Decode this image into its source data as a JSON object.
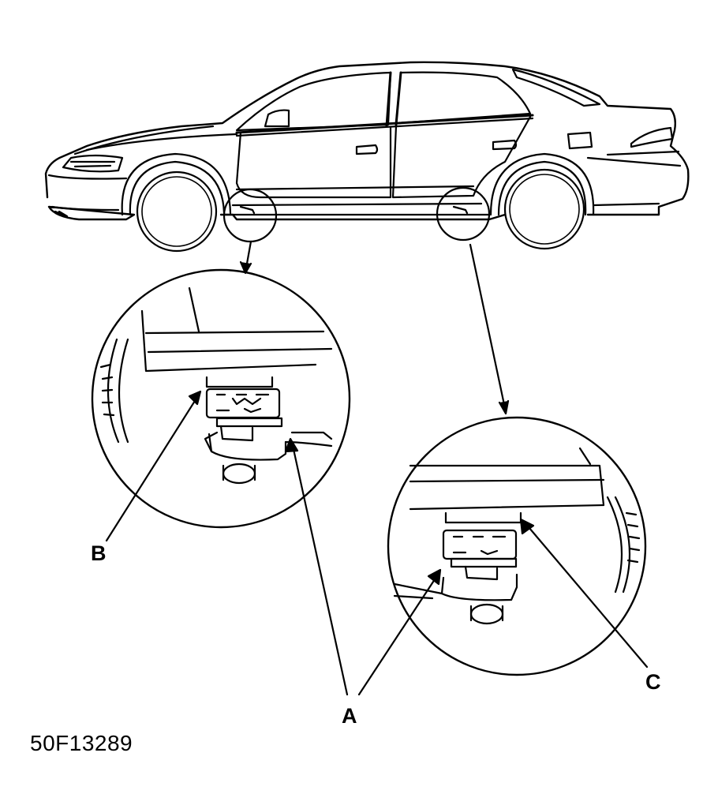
{
  "labels": {
    "a": "A",
    "b": "B",
    "c": "C"
  },
  "figure_id": "50F13289",
  "colors": {
    "ink": "#000000",
    "paper": "#ffffff"
  }
}
